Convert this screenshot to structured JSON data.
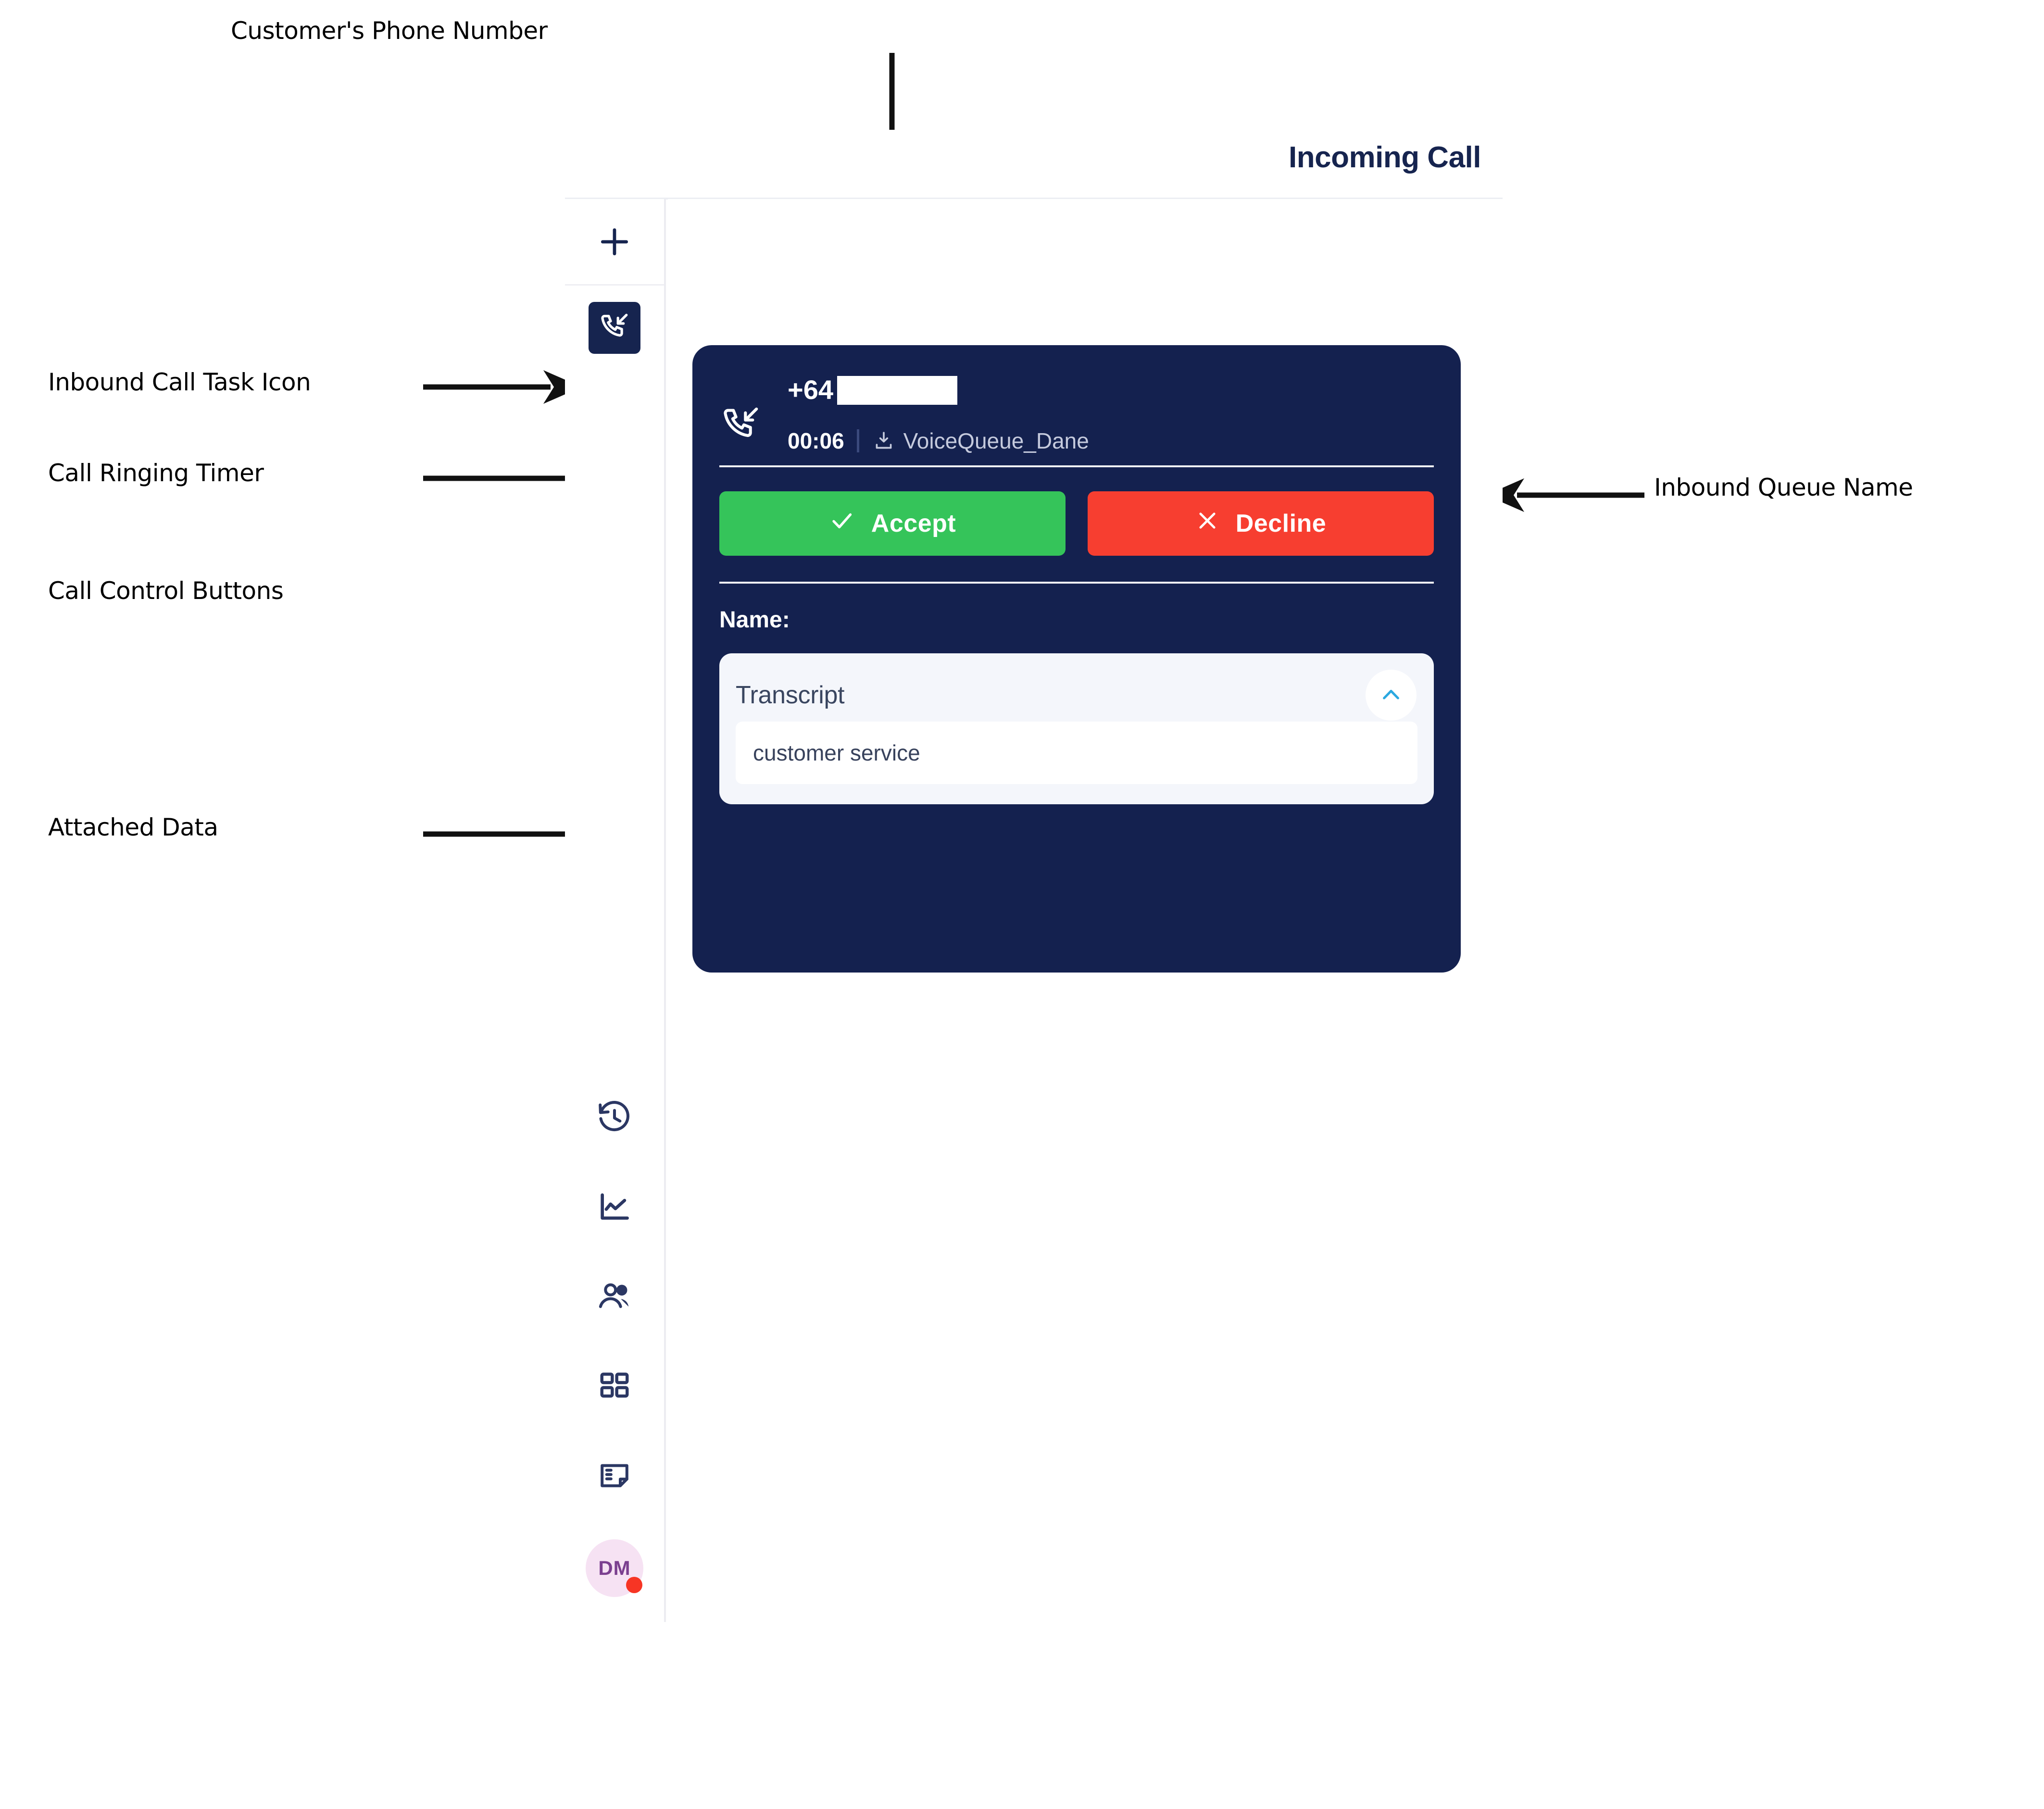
{
  "annotations": [
    {
      "id": "phone-number",
      "text": "Customer's Phone Number"
    },
    {
      "id": "task-icon",
      "text": "Inbound Call Task Icon"
    },
    {
      "id": "ringing-timer",
      "text": "Call Ringing Timer"
    },
    {
      "id": "control-buttons",
      "text": "Call Control Buttons"
    },
    {
      "id": "attached-data",
      "text": "Attached Data"
    },
    {
      "id": "queue-name",
      "text": "Inbound Queue Name"
    }
  ],
  "header": {
    "title": "Incoming Call"
  },
  "sidebar": {
    "add_icon": "plus-icon",
    "task_icon": "inbound-call-icon",
    "nav_icons": [
      {
        "name": "history-icon"
      },
      {
        "name": "analytics-chart-icon"
      },
      {
        "name": "contacts-people-icon"
      },
      {
        "name": "apps-grid-icon"
      },
      {
        "name": "notes-icon"
      }
    ],
    "avatar": {
      "initials": "DM",
      "status_color": "#f73524"
    }
  },
  "call_card": {
    "direction_icon": "inbound-call-icon",
    "phone_number_prefix": "+64",
    "phone_number_redacted": true,
    "timer": "00:06",
    "queue_icon": "queue-download-icon",
    "queue_name": "VoiceQueue_Dane",
    "accept_label": "Accept",
    "accept_icon": "check-icon",
    "decline_label": "Decline",
    "decline_icon": "x-icon",
    "name_label": "Name:",
    "attached_data": {
      "title": "Transcript",
      "collapse_icon": "chevron-up-icon",
      "value": "customer service"
    }
  },
  "colors": {
    "card_bg": "#14214f",
    "accept_green": "#35c45a",
    "decline_red": "#f73e30",
    "accent_blue": "#2aa8e0",
    "brand_navy": "#16244f",
    "avatar_bg": "#f6e2f3"
  }
}
